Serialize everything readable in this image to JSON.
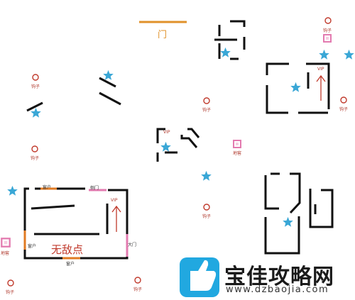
{
  "map": {
    "top_door": "门",
    "kill_zone": "无敌点",
    "vip": "VIP",
    "vip_right": "VIP",
    "window": "窗户",
    "side_door": "侧门",
    "main_door": "大门",
    "basement": "地窖",
    "hook": "钩子"
  },
  "watermark": {
    "title": "宝佳攻略网",
    "url": "www.dzbaojia.com"
  },
  "colors": {
    "wall": "#111111",
    "star": "#3aa7d6",
    "hook": "#c0392b",
    "basement": "#e37bb0",
    "door_orange": "#e0912a",
    "window_orange": "#e07a22",
    "side_door_pink": "#e37bb0",
    "arrow": "#c0392b",
    "logo": "#21a8e0"
  },
  "icons": [
    "blue-star-icon",
    "hook-icon",
    "basement-icon",
    "vip-arrow-icon",
    "site-logo-icon"
  ]
}
